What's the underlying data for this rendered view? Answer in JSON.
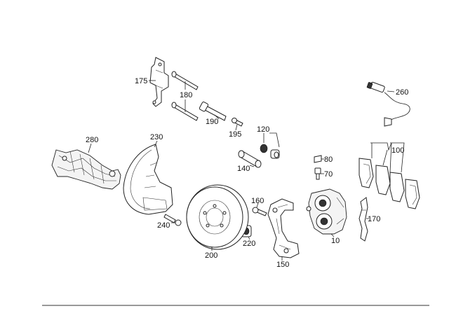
{
  "colors": {
    "ink": "#222222",
    "background": "#ffffff"
  },
  "parts": [
    {
      "id": "175",
      "label": "175",
      "name": "clip-bracket"
    },
    {
      "id": "180",
      "label": "180",
      "name": "guide-pin-pair"
    },
    {
      "id": "190",
      "label": "190",
      "name": "guide-bolt"
    },
    {
      "id": "195",
      "label": "195",
      "name": "small-screw"
    },
    {
      "id": "260",
      "label": "260",
      "name": "wear-sensor"
    },
    {
      "id": "280",
      "label": "280",
      "name": "axle-carrier"
    },
    {
      "id": "230",
      "label": "230",
      "name": "splash-shield"
    },
    {
      "id": "120",
      "label": "120",
      "name": "bushing-set"
    },
    {
      "id": "140",
      "label": "140",
      "name": "guide-sleeve"
    },
    {
      "id": "80",
      "label": "80",
      "name": "bleeder-cap"
    },
    {
      "id": "70",
      "label": "70",
      "name": "bleeder-screw"
    },
    {
      "id": "100",
      "label": "100",
      "name": "brake-pad-set"
    },
    {
      "id": "160",
      "label": "160",
      "name": "carrier-bolt"
    },
    {
      "id": "240",
      "label": "240",
      "name": "shield-bolt"
    },
    {
      "id": "220",
      "label": "220",
      "name": "hub-spacer"
    },
    {
      "id": "200",
      "label": "200",
      "name": "brake-disc"
    },
    {
      "id": "150",
      "label": "150",
      "name": "caliper-carrier"
    },
    {
      "id": "10",
      "label": "10",
      "name": "brake-caliper"
    },
    {
      "id": "170",
      "label": "170",
      "name": "spring-clip"
    }
  ]
}
